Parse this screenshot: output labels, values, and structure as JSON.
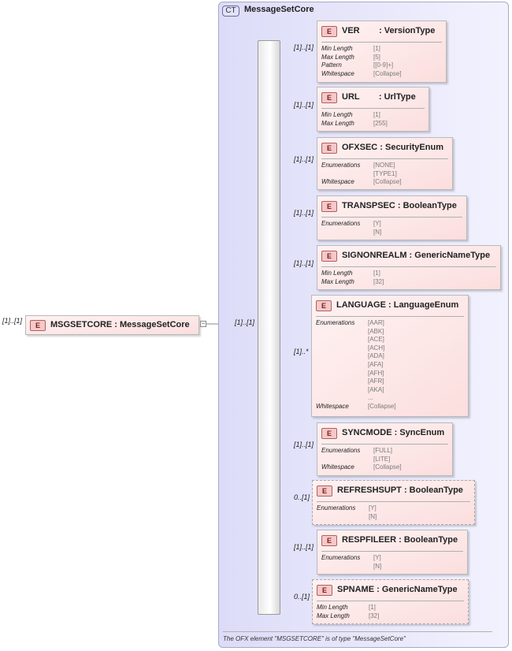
{
  "complex_type": {
    "tag": "CT",
    "name": "MessageSetCore"
  },
  "root": {
    "tag": "E",
    "label": "MSGSETCORE : MessageSetCore",
    "cardinality": "[1]..[1]",
    "collapse_symbol": "−",
    "seq_cardinality": "[1]..[1]"
  },
  "elements": [
    {
      "tag": "E",
      "label": "VER        : VersionType",
      "cardinality": "[1]..[1]",
      "optional": false,
      "facets": [
        {
          "name": "Min Length",
          "values": [
            "[1]"
          ]
        },
        {
          "name": "Max Length",
          "values": [
            "[5]"
          ]
        },
        {
          "name": "Pattern",
          "values": [
            "[[0-9]+]"
          ]
        },
        {
          "name": "Whitespace",
          "values": [
            "[Collapse]"
          ]
        }
      ]
    },
    {
      "tag": "E",
      "label": "URL        : UrlType",
      "cardinality": "[1]..[1]",
      "optional": false,
      "facets": [
        {
          "name": "Min Length",
          "values": [
            "[1]"
          ]
        },
        {
          "name": "Max Length",
          "values": [
            "[255]"
          ]
        }
      ]
    },
    {
      "tag": "E",
      "label": "OFXSEC : SecurityEnum",
      "cardinality": "[1]..[1]",
      "optional": false,
      "facets": [
        {
          "name": "Enumerations",
          "values": [
            "[NONE]",
            "[TYPE1]"
          ]
        },
        {
          "name": "Whitespace",
          "values": [
            "[Collapse]"
          ]
        }
      ]
    },
    {
      "tag": "E",
      "label": "TRANSPSEC : BooleanType",
      "cardinality": "[1]..[1]",
      "optional": false,
      "facets": [
        {
          "name": "Enumerations",
          "values": [
            "[Y]",
            "[N]"
          ]
        }
      ]
    },
    {
      "tag": "E",
      "label": "SIGNONREALM : GenericNameType",
      "cardinality": "[1]..[1]",
      "optional": false,
      "facets": [
        {
          "name": "Min Length",
          "values": [
            "[1]"
          ]
        },
        {
          "name": "Max Length",
          "values": [
            "[32]"
          ]
        }
      ]
    },
    {
      "tag": "E",
      "label": "LANGUAGE : LanguageEnum",
      "cardinality": "[1]..*",
      "optional": false,
      "facets": [
        {
          "name": "Enumerations",
          "values": [
            "[AAR]",
            "[ABK]",
            "[ACE]",
            "[ACH]",
            "[ADA]",
            "[AFA]",
            "[AFH]",
            "[AFR]",
            "[AKA]",
            "..."
          ]
        },
        {
          "name": "Whitespace",
          "values": [
            "[Collapse]"
          ]
        }
      ]
    },
    {
      "tag": "E",
      "label": "SYNCMODE : SyncEnum",
      "cardinality": "[1]..[1]",
      "optional": false,
      "facets": [
        {
          "name": "Enumerations",
          "values": [
            "[FULL]",
            "[LITE]"
          ]
        },
        {
          "name": "Whitespace",
          "values": [
            "[Collapse]"
          ]
        }
      ]
    },
    {
      "tag": "E",
      "label": "REFRESHSUPT : BooleanType",
      "cardinality": "0..[1]",
      "optional": true,
      "facets": [
        {
          "name": "Enumerations",
          "values": [
            "[Y]",
            "[N]"
          ]
        }
      ]
    },
    {
      "tag": "E",
      "label": "RESPFILEER : BooleanType",
      "cardinality": "[1]..[1]",
      "optional": false,
      "facets": [
        {
          "name": "Enumerations",
          "values": [
            "[Y]",
            "[N]"
          ]
        }
      ]
    },
    {
      "tag": "E",
      "label": "SPNAME : GenericNameType",
      "cardinality": "0..[1]",
      "optional": true,
      "facets": [
        {
          "name": "Min Length",
          "values": [
            "[1]"
          ]
        },
        {
          "name": "Max Length",
          "values": [
            "[32]"
          ]
        }
      ]
    }
  ],
  "footer": "The OFX element \"MSGSETCORE\" is of type \"MessageSetCore\"",
  "colors": {
    "element_fill": "#fbdede",
    "element_border": "#b9b9b9",
    "complex_type_fill": "#dcdcf8",
    "connector": "#8a8a8a"
  }
}
